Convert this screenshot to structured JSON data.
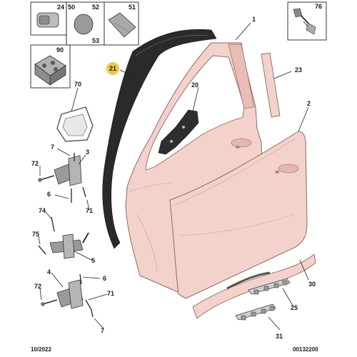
{
  "parts": {
    "p1": "1",
    "p2": "2",
    "p3": "3",
    "p4": "4",
    "p5": "5",
    "p6a": "6",
    "p6b": "6",
    "p7a": "7",
    "p7b": "7",
    "p20": "20",
    "p21": "21",
    "p23": "23",
    "p24": "24",
    "p25": "25",
    "p30": "30",
    "p31": "31",
    "p50": "50",
    "p51": "51",
    "p52": "52",
    "p53": "53",
    "p70": "70",
    "p71a": "71",
    "p71b": "71",
    "p72a": "72",
    "p72b": "72",
    "p74": "74",
    "p75": "75",
    "p76": "76",
    "p90": "90"
  },
  "footer": {
    "date": "10/2022",
    "reference": "00132200"
  },
  "colors": {
    "door_fill": "#f4d2cc",
    "door_edge": "#8a6a62",
    "highlight": "#f2c84a",
    "seal": "#2a2a2a",
    "metal": "#c8c8c8"
  }
}
